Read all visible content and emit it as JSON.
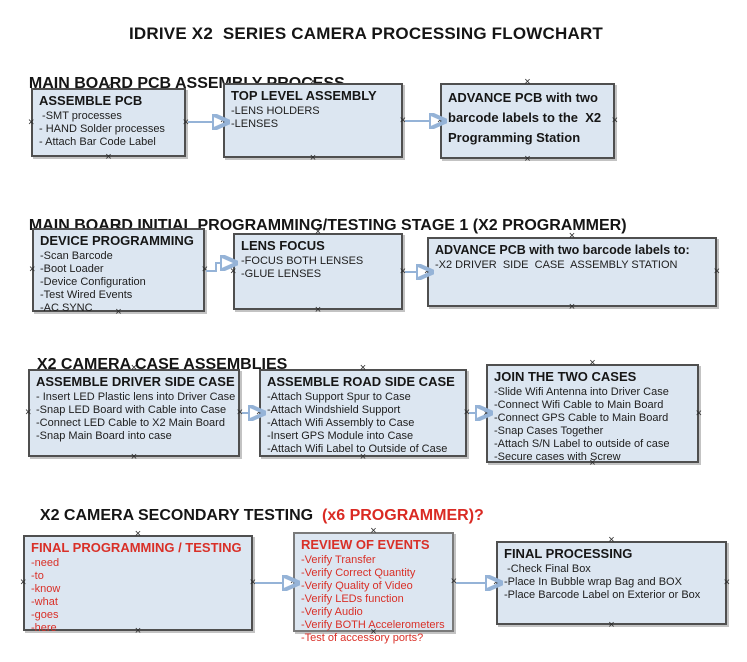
{
  "title": "IDRIVE X2  SERIES CAMERA PROCESSING FLOWCHART",
  "handle_glyph": "×",
  "colors": {
    "box_fill": "#dce6f1",
    "box_border": "#4f4f4f",
    "red_text": "#d93028",
    "arrow_line": "#95b3d7",
    "arrow_head": "#2f5d8f",
    "heading_text": "#151515"
  },
  "sections": [
    {
      "heading": {
        "black": "MAIN BOARD PCB ASSEMBLY PROCESS",
        "red": ""
      },
      "boxes": [
        {
          "title": "ASSEMBLE PCB",
          "items": [
            " -SMT processes",
            "- HAND Solder processes",
            "- Attach Bar Code Label"
          ]
        },
        {
          "title": "TOP LEVEL ASSEMBLY",
          "items": [
            "-LENS HOLDERS",
            "-LENSES"
          ]
        },
        {
          "title": "ADVANCE PCB with two barcode labels to the  X2 Programming Station",
          "items": []
        }
      ]
    },
    {
      "heading": {
        "black": "MAIN BOARD INITIAL PROGRAMMING/TESTING STAGE 1 (X2 PROGRAMMER)",
        "red": ""
      },
      "boxes": [
        {
          "title": "DEVICE PROGRAMMING",
          "items": [
            "-Scan Barcode",
            "-Boot Loader",
            "-Device Configuration",
            "-Test Wired Events",
            "-AC SYNC"
          ]
        },
        {
          "title": "LENS FOCUS",
          "items": [
            "-FOCUS BOTH LENSES",
            "-GLUE LENSES"
          ]
        },
        {
          "title": "ADVANCE PCB with two barcode labels to:",
          "items": [
            "-X2 DRIVER  SIDE  CASE  ASSEMBLY STATION"
          ]
        }
      ]
    },
    {
      "heading": {
        "black": "X2 CAMERA CASE ASSEMBLIES",
        "red": ""
      },
      "boxes": [
        {
          "title": "ASSEMBLE DRIVER SIDE CASE",
          "items": [
            "- Insert LED Plastic lens into Driver Case",
            "-Snap LED Board with Cable into Case",
            "-Connect LED Cable to X2 Main Board",
            "-Snap Main Board into case"
          ]
        },
        {
          "title": "ASSEMBLE ROAD SIDE CASE",
          "items": [
            "-Attach Support Spur to Case",
            "-Attach Windshield Support",
            "-Attach Wifi Assembly to Case",
            "-Insert GPS Module into Case",
            "-Attach Wifi Label to Outside of Case"
          ]
        },
        {
          "title": "JOIN THE TWO CASES",
          "items": [
            "-Slide Wifi Antenna into Driver Case",
            "-Connect Wifi Cable to Main Board",
            "-Connect GPS Cable to Main Board",
            "-Snap Cases Together",
            "-Attach S/N Label to outside of case",
            "-Secure cases with Screw"
          ]
        }
      ]
    },
    {
      "heading": {
        "black": "X2 CAMERA SECONDARY TESTING ",
        "red": " (x6 PROGRAMMER)?"
      },
      "boxes": [
        {
          "title": "FINAL PROGRAMMING / TESTING",
          "items": [
            "-need",
            "-to",
            "-know",
            "-what",
            "-goes",
            "-here"
          ]
        },
        {
          "title": "REVIEW OF EVENTS",
          "items": [
            "-Verify Transfer",
            "-Verify Correct Quantity",
            "-Verify Quality of Video",
            "-Verify LEDs function",
            "-Verify Audio",
            "-Verify BOTH Accelerometers",
            "-Test of accessory ports?"
          ]
        },
        {
          "title": "FINAL PROCESSING",
          "items": [
            " -Check Final Box",
            "-Place In Bubble wrap Bag and BOX",
            "-Place Barcode Label on Exterior or Box"
          ]
        }
      ]
    }
  ]
}
